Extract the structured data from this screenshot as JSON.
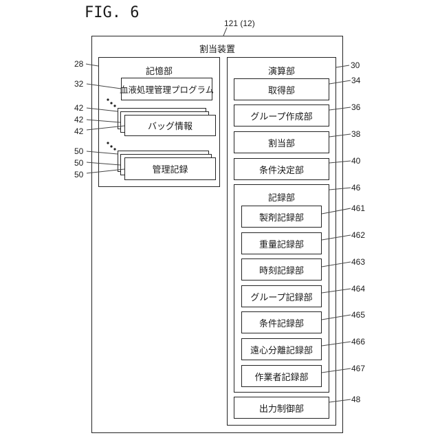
{
  "figure": {
    "title": "FIG. 6",
    "device_ref": "121 (12)",
    "device_label": "割当装置"
  },
  "memory": {
    "ref": "28",
    "label": "記憶部",
    "program": {
      "ref": "32",
      "label": "血液処理管理プログラム"
    },
    "bag_info": {
      "refs": [
        "42",
        "42",
        "42"
      ],
      "label": "バッグ情報"
    },
    "management_record": {
      "refs": [
        "50",
        "50",
        "50"
      ],
      "label": "管理記録"
    }
  },
  "compute": {
    "ref": "30",
    "label": "演算部",
    "units": [
      {
        "ref": "34",
        "label": "取得部"
      },
      {
        "ref": "36",
        "label": "グループ作成部"
      },
      {
        "ref": "38",
        "label": "割当部"
      },
      {
        "ref": "40",
        "label": "条件決定部"
      }
    ],
    "recording": {
      "ref": "46",
      "label": "記録部",
      "items": [
        {
          "ref": "461",
          "label": "製剤記録部"
        },
        {
          "ref": "462",
          "label": "重量記録部"
        },
        {
          "ref": "463",
          "label": "時刻記録部"
        },
        {
          "ref": "464",
          "label": "グループ記録部"
        },
        {
          "ref": "465",
          "label": "条件記録部"
        },
        {
          "ref": "466",
          "label": "遠心分離記録部"
        },
        {
          "ref": "467",
          "label": "作業者記録部"
        }
      ]
    },
    "output_control": {
      "ref": "48",
      "label": "出力制御部"
    }
  }
}
